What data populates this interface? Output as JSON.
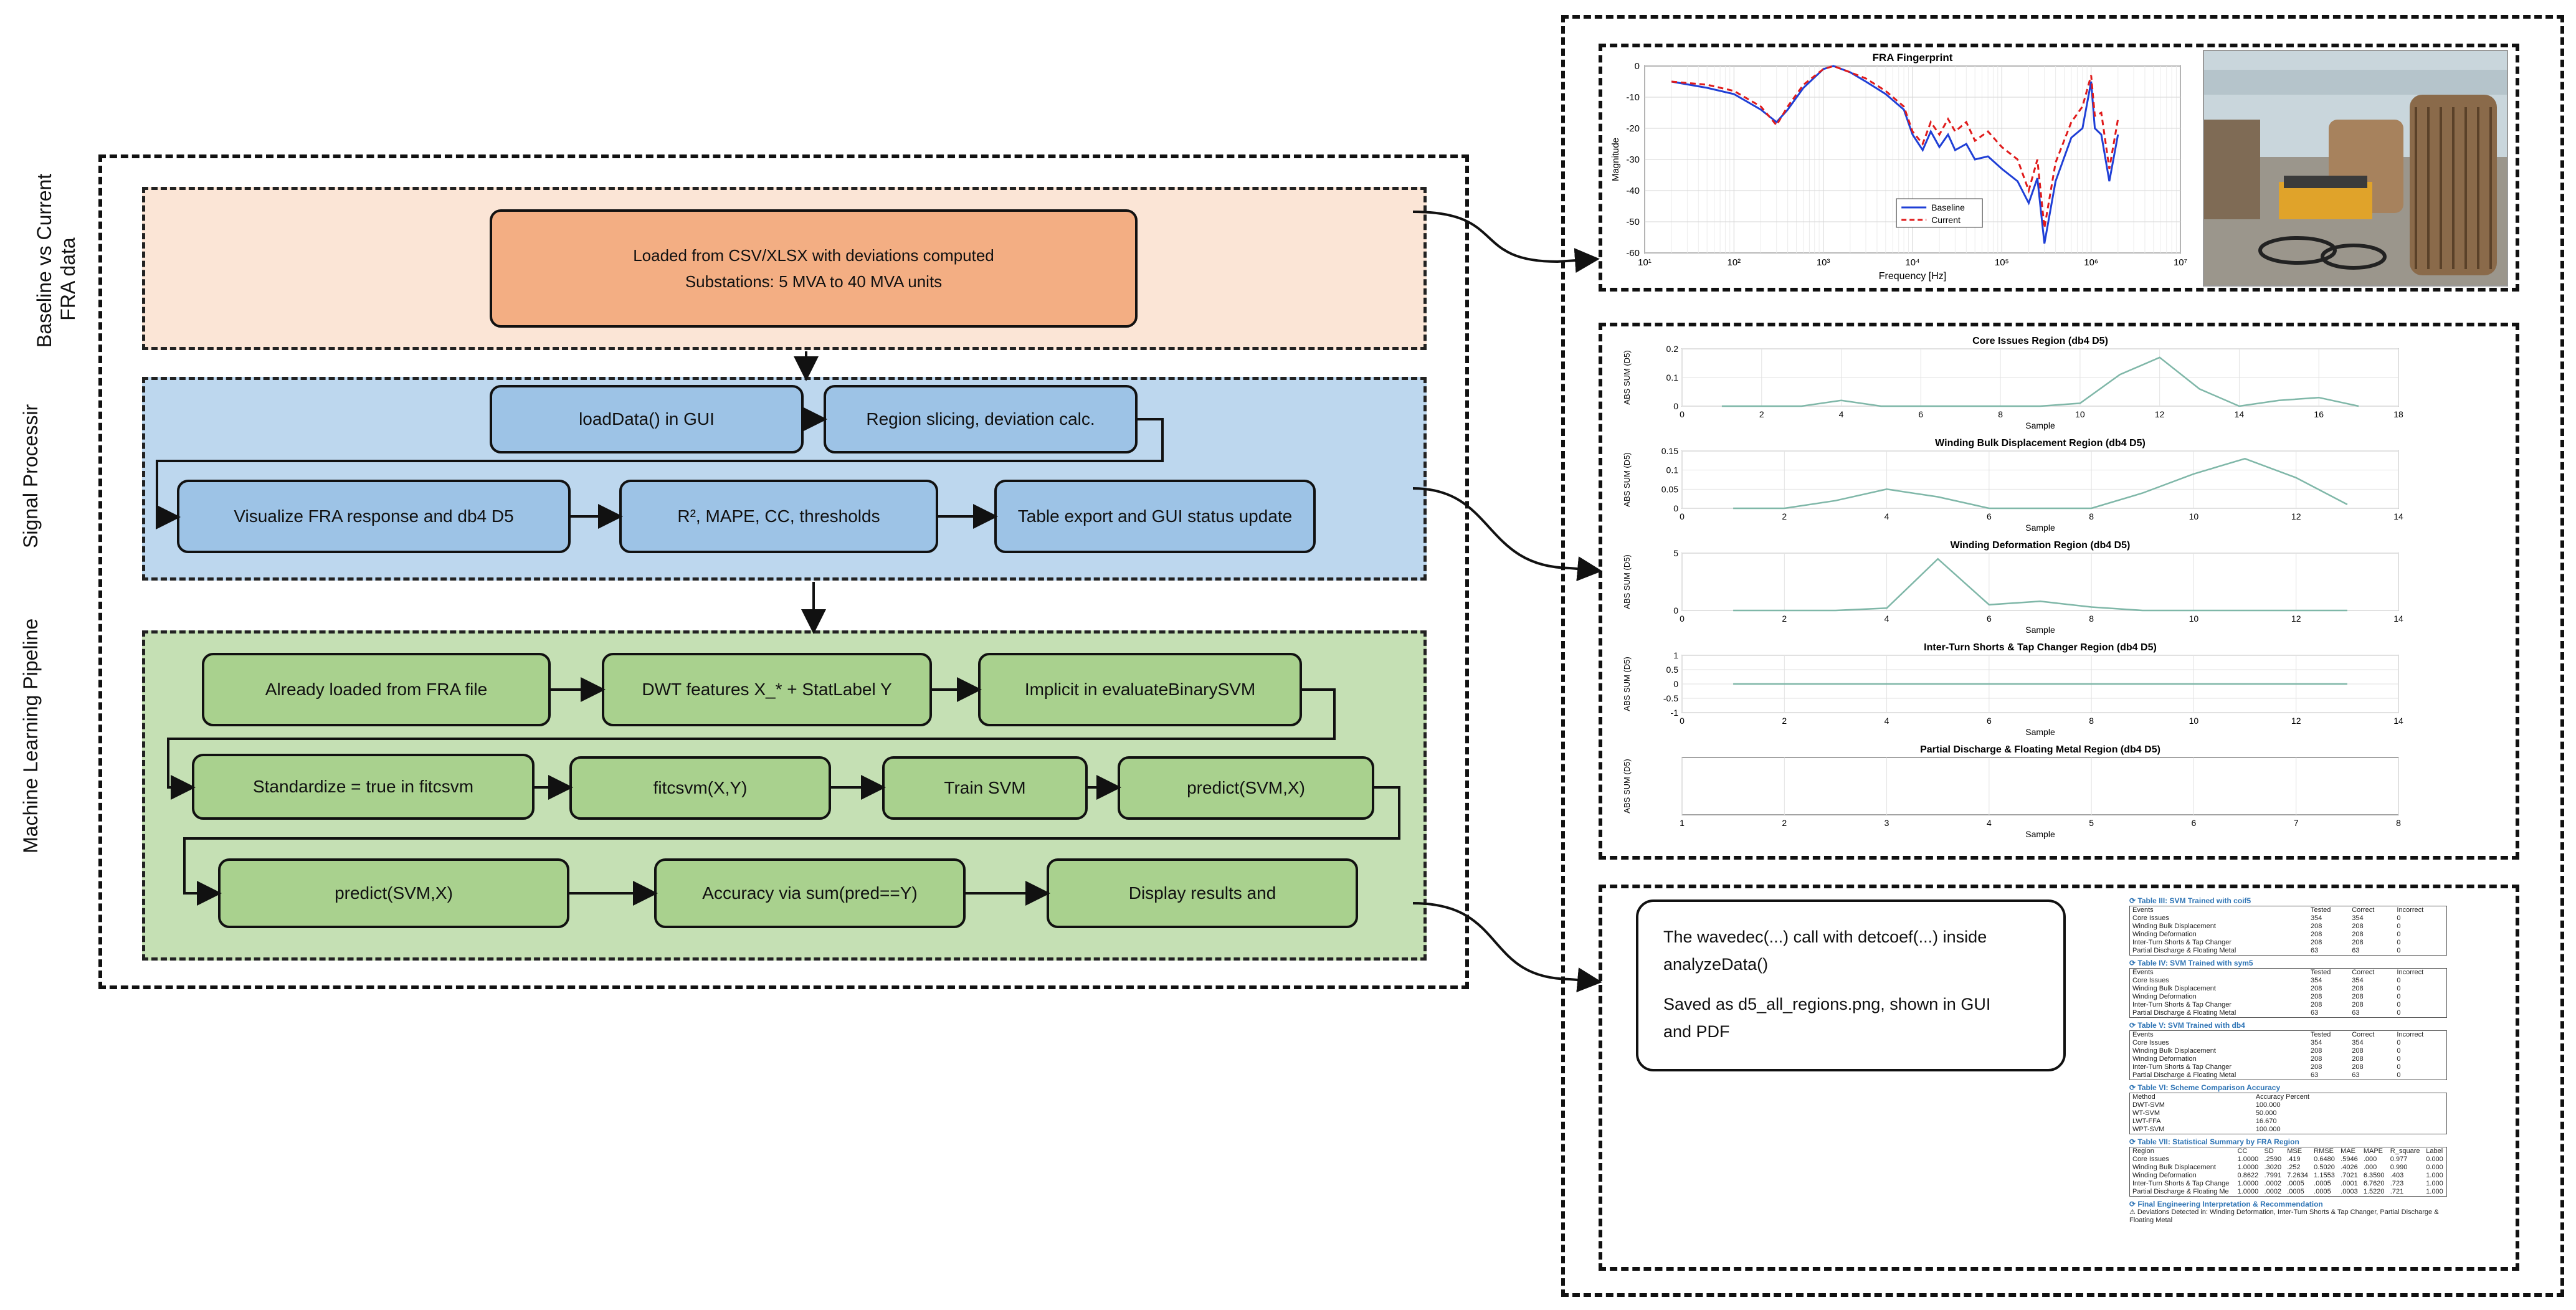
{
  "left_frame": {
    "band1_label": [
      "Baseline vs Current",
      "FRA data"
    ],
    "band2_label": "Signal Processir",
    "band3_label": "Machine Learning Pipeline"
  },
  "nodes": {
    "load_csv": [
      "Loaded from CSV/XLSX with deviations computed",
      "Substations: 5 MVA to 40 MVA units"
    ],
    "loaddata": "loadData() in GUI",
    "region_slicing": "Region slicing, deviation calc.",
    "visualize": "Visualize FRA response and db4 D5",
    "metrics": "R², MAPE, CC, thresholds",
    "table_export": "Table export and GUI status update",
    "already_loaded": "Already loaded from FRA file",
    "dwt_features": "DWT features X_* + StatLabel Y",
    "implicit": "Implicit in evaluateBinarySVM",
    "standardize": "Standardize = true in fitcsvm",
    "fitcsvm": "fitcsvm(X,Y)",
    "train_svm": "Train SVM",
    "predict1": "predict(SVM,X)",
    "predict2": "predict(SVM,X)",
    "accuracy": "Accuracy via sum(pred==Y)",
    "display": "Display results and"
  },
  "fra_chart": {
    "title": "FRA Fingerprint",
    "xlabel": "Frequency [Hz]",
    "ylabel": "Magnitude",
    "legend": [
      "Baseline",
      "Current"
    ],
    "colors": {
      "baseline": "#1f3fd6",
      "current": "#e01b1b"
    }
  },
  "chart_data": [
    {
      "type": "line",
      "title": "FRA Fingerprint",
      "xlabel": "Frequency [Hz]",
      "ylabel": "Magnitude",
      "xscale": "log",
      "xlim": [
        10,
        10000000
      ],
      "ylim": [
        -60,
        0
      ],
      "xticks": [
        "10¹",
        "10²",
        "10³",
        "10⁴",
        "10⁵",
        "10⁶",
        "10⁷"
      ],
      "yticks": [
        "0",
        "-10",
        "-20",
        "-30",
        "-40",
        "-50",
        "-60"
      ],
      "grid": true,
      "legend_position": "bottom-center",
      "series": [
        {
          "name": "Baseline",
          "x": [
            20,
            50,
            100,
            200,
            300,
            400,
            600,
            1000,
            1300,
            2000,
            3000,
            5000,
            8000,
            10000,
            13000,
            16000,
            20000,
            25000,
            30000,
            40000,
            50000,
            70000,
            100000,
            150000,
            200000,
            250000,
            300000,
            400000,
            600000,
            800000,
            1000000,
            1100000,
            1300000,
            1600000,
            2000000
          ],
          "y": [
            -5,
            -7,
            -9,
            -14,
            -18,
            -14,
            -7,
            -1,
            0,
            -2,
            -5,
            -9,
            -14,
            -22,
            -27,
            -21,
            -26,
            -22,
            -27,
            -25,
            -30,
            -29,
            -33,
            -37,
            -44,
            -36,
            -57,
            -37,
            -23,
            -20,
            -5,
            -20,
            -22,
            -37,
            -22
          ]
        },
        {
          "name": "Current",
          "x": [
            20,
            50,
            100,
            200,
            300,
            400,
            600,
            1000,
            1300,
            2000,
            3000,
            5000,
            8000,
            10000,
            13000,
            16000,
            20000,
            25000,
            30000,
            40000,
            50000,
            70000,
            100000,
            150000,
            200000,
            250000,
            300000,
            400000,
            600000,
            800000,
            1000000,
            1100000,
            1300000,
            1600000,
            2000000
          ],
          "y": [
            -5,
            -6,
            -8,
            -13,
            -19,
            -13,
            -6,
            -1,
            0,
            -2,
            -4,
            -8,
            -13,
            -21,
            -25,
            -18,
            -22,
            -17,
            -21,
            -18,
            -24,
            -21,
            -26,
            -30,
            -40,
            -30,
            -52,
            -31,
            -18,
            -13,
            -3,
            -16,
            -15,
            -33,
            -17
          ]
        }
      ]
    },
    {
      "type": "line",
      "title": "Core Issues Region (db4 D5)",
      "xlabel": "Sample",
      "ylabel": "ABS SUM (D5)",
      "xlim": [
        0,
        18
      ],
      "ylim": [
        0,
        0.2
      ],
      "xticks": [
        "0",
        "2",
        "4",
        "6",
        "8",
        "10",
        "12",
        "14",
        "16",
        "18"
      ],
      "yticks": [
        "0.2",
        "0.1",
        "0"
      ],
      "series": [
        {
          "x": [
            1,
            2,
            3,
            4,
            5,
            6,
            7,
            8,
            9,
            10,
            11,
            12,
            13,
            14,
            15,
            16,
            17
          ],
          "y": [
            0,
            0,
            0,
            0.02,
            0,
            0,
            0,
            0,
            0,
            0.01,
            0.11,
            0.17,
            0.06,
            0,
            0.02,
            0.03,
            0
          ]
        }
      ]
    },
    {
      "type": "line",
      "title": "Winding Bulk Displacement Region (db4 D5)",
      "xlabel": "Sample",
      "ylabel": "ABS SUM (D5)",
      "xlim": [
        0,
        14
      ],
      "ylim": [
        0,
        0.15
      ],
      "xticks": [
        "0",
        "2",
        "4",
        "6",
        "8",
        "10",
        "12",
        "14"
      ],
      "yticks": [
        "0.15",
        "0.1",
        "0.05",
        "0"
      ],
      "series": [
        {
          "x": [
            1,
            2,
            3,
            4,
            5,
            6,
            7,
            8,
            9,
            10,
            11,
            12,
            13
          ],
          "y": [
            0,
            0,
            0.02,
            0.05,
            0.03,
            0,
            0,
            0,
            0.04,
            0.09,
            0.13,
            0.08,
            0.01
          ]
        }
      ]
    },
    {
      "type": "line",
      "title": "Winding Deformation Region (db4 D5)",
      "xlabel": "Sample",
      "ylabel": "ABS SUM (D5)",
      "xlim": [
        0,
        14
      ],
      "ylim": [
        0,
        5
      ],
      "xticks": [
        "0",
        "2",
        "4",
        "6",
        "8",
        "10",
        "12",
        "14"
      ],
      "yticks": [
        "5",
        "0"
      ],
      "series": [
        {
          "x": [
            1,
            2,
            3,
            4,
            5,
            6,
            7,
            8,
            9,
            10,
            11,
            12,
            13
          ],
          "y": [
            0,
            0,
            0,
            0.2,
            4.5,
            0.5,
            0.8,
            0.3,
            0,
            0,
            0,
            0,
            0
          ]
        }
      ]
    },
    {
      "type": "line",
      "title": "Inter-Turn Shorts & Tap Changer Region (db4 D5)",
      "xlabel": "Sample",
      "ylabel": "ABS SUM (D5)",
      "xlim": [
        0,
        14
      ],
      "ylim": [
        -1,
        1
      ],
      "xticks": [
        "0",
        "2",
        "4",
        "6",
        "8",
        "10",
        "12",
        "14"
      ],
      "yticks": [
        "1",
        "0.5",
        "0",
        "-0.5",
        "-1"
      ],
      "series": [
        {
          "x": [
            1,
            13
          ],
          "y": [
            0,
            0
          ]
        }
      ]
    },
    {
      "type": "line",
      "title": "Partial Discharge & Floating Metal Region (db4 D5)",
      "xlabel": "Sample",
      "ylabel": "ABS SUM (D5)",
      "xlim": [
        1,
        8
      ],
      "xticks": [
        "1",
        "2",
        "3",
        "4",
        "5",
        "6",
        "7",
        "8"
      ],
      "yticks": [],
      "series": []
    }
  ],
  "note": {
    "line1": "The wavedec(...) call with detcoef(...) inside",
    "line2": "analyzeData()",
    "line3": "Saved as d5_all_regions.png, shown in GUI",
    "line4": "and PDF"
  },
  "tables": {
    "t3": {
      "title": "Table III: SVM Trained with coif5",
      "head": [
        "Events",
        "Tested",
        "Correct",
        "Incorrect"
      ],
      "rows": [
        [
          "Core Issues",
          "354",
          "354",
          "0"
        ],
        [
          "Winding Bulk Displacement",
          "208",
          "208",
          "0"
        ],
        [
          "Winding Deformation",
          "208",
          "208",
          "0"
        ],
        [
          "Inter-Turn Shorts & Tap Changer",
          "208",
          "208",
          "0"
        ],
        [
          "Partial Discharge & Floating Metal",
          "63",
          "63",
          "0"
        ]
      ]
    },
    "t4": {
      "title": "Table IV: SVM Trained with sym5",
      "head": [
        "Events",
        "Tested",
        "Correct",
        "Incorrect"
      ],
      "rows": [
        [
          "Core Issues",
          "354",
          "354",
          "0"
        ],
        [
          "Winding Bulk Displacement",
          "208",
          "208",
          "0"
        ],
        [
          "Winding Deformation",
          "208",
          "208",
          "0"
        ],
        [
          "Inter-Turn Shorts & Tap Changer",
          "208",
          "208",
          "0"
        ],
        [
          "Partial Discharge & Floating Metal",
          "63",
          "63",
          "0"
        ]
      ]
    },
    "t5": {
      "title": "Table V: SVM Trained with db4",
      "head": [
        "Events",
        "Tested",
        "Correct",
        "Incorrect"
      ],
      "rows": [
        [
          "Core Issues",
          "354",
          "354",
          "0"
        ],
        [
          "Winding Bulk Displacement",
          "208",
          "208",
          "0"
        ],
        [
          "Winding Deformation",
          "208",
          "208",
          "0"
        ],
        [
          "Inter-Turn Shorts & Tap Changer",
          "208",
          "208",
          "0"
        ],
        [
          "Partial Discharge & Floating Metal",
          "63",
          "63",
          "0"
        ]
      ]
    },
    "t6": {
      "title": "Table VI: Scheme Comparison Accuracy",
      "head": [
        "Method",
        "Accuracy Percent"
      ],
      "rows": [
        [
          "DWT-SVM",
          "100.000"
        ],
        [
          "WT-SVM",
          "50.000"
        ],
        [
          "LWT-FFA",
          "16.670"
        ],
        [
          "WPT-SVM",
          "100.000"
        ]
      ]
    },
    "t7": {
      "title": "Table VII: Statistical Summary by FRA Region",
      "head": [
        "Region",
        "CC",
        "SD",
        "MSE",
        "RMSE",
        "MAE",
        "MAPE",
        "R_square",
        "Label"
      ],
      "rows": [
        [
          "Core Issues",
          "1.0000",
          ".2590",
          ".419",
          "0.6480",
          ".5946",
          ".000",
          "0.977",
          "0.000"
        ],
        [
          "Winding Bulk Displacement",
          "1.0000",
          ".3020",
          ".252",
          "0.5020",
          ".4026",
          ".000",
          "0.990",
          "0.000"
        ],
        [
          "Winding Deformation",
          "0.8622",
          ".7991",
          "7.2634",
          "1.1553",
          ".7021",
          "6.3590",
          ".403",
          "1.000"
        ],
        [
          "Inter-Turn Shorts & Tap Change",
          "1.0000",
          ".0002",
          ".0005",
          ".0005",
          ".0001",
          "6.7620",
          ".723",
          "1.000"
        ],
        [
          "Partial Discharge & Floating Me",
          "1.0000",
          ".0002",
          ".0005",
          ".0005",
          ".0003",
          "1.5220",
          ".721",
          "1.000"
        ]
      ]
    },
    "final_title": "Final Engineering Interpretation & Recommendation",
    "final_text": "Deviations Detected in: Winding Deformation, Inter-Turn Shorts & Tap Changer, Partial Discharge & Floating Metal"
  }
}
